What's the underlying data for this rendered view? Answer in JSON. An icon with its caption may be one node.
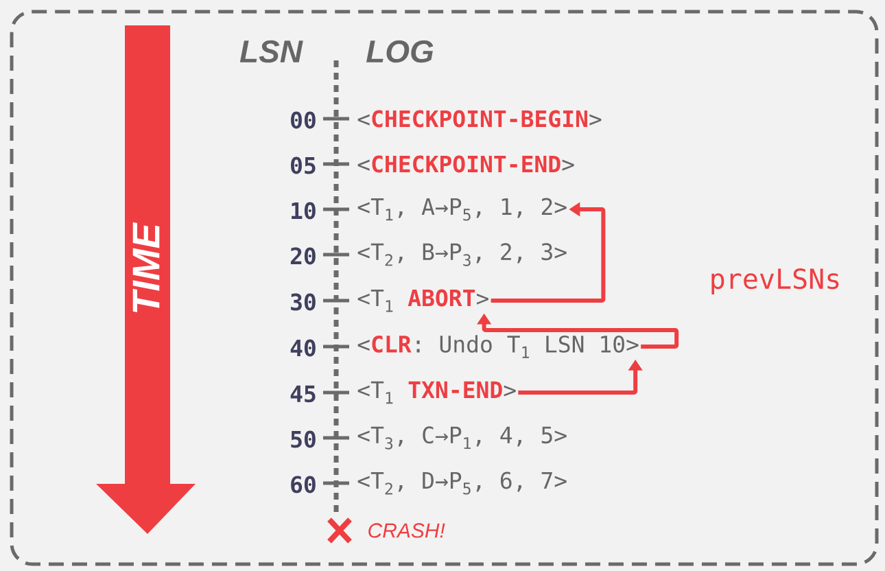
{
  "diagram": {
    "nodes": [
      {
        "text": [
          "<**CHECKPOINT-BEGIN**>"
        ],
        "beside": [
          "00"
        ]
      },
      {
        "text": [
          "<**CHECKPOINT-END**>"
        ],
        "beside": [
          "05"
        ]
      },
      {
        "text": [
          "<T$_{1}$, A→P$_{5}$, 1, 2>"
        ],
        "beside": [
          "10"
        ]
      },
      {
        "text": [
          "<T$_{2}$, B→P$_{3}$, 2, 3>"
        ],
        "beside": [
          "20"
        ]
      },
      {
        "text": [
          "<T$_{1}$ **ABORT**>"
        ],
        "beside": [
          "30"
        ]
      },
      {
        "text": [
          "<**CLR**: Undo T$_{1}$ LSN 10>"
        ],
        "beside": [
          "40"
        ]
      },
      {
        "text": [
          "<T$_{1}$ **TXN-END**>"
        ],
        "beside": [
          "45"
        ]
      },
      {
        "text": [
          "<T$_{3}$, C→P$_{1}$, 4, 5>"
        ],
        "beside": [
          "50"
        ]
      },
      {
        "text": [
          "<T$_{2}$, D→P$_{5}$, 6, 7>"
        ],
        "beside": [
          "60"
        ]
      }
    ],
    "edges": [
      {
        "from": 4,
        "to": 2,
        "arrow": "to"
      },
      {
        "from": 5,
        "to": 4,
        "arrow": "to"
      },
      {
        "from": 6,
        "to": 5,
        "arrow": "to"
      }
    ],
    "labels": [
      "LSN",
      "LOG",
      "TIME",
      "prevLSNs",
      "CRASH!"
    ]
  }
}
